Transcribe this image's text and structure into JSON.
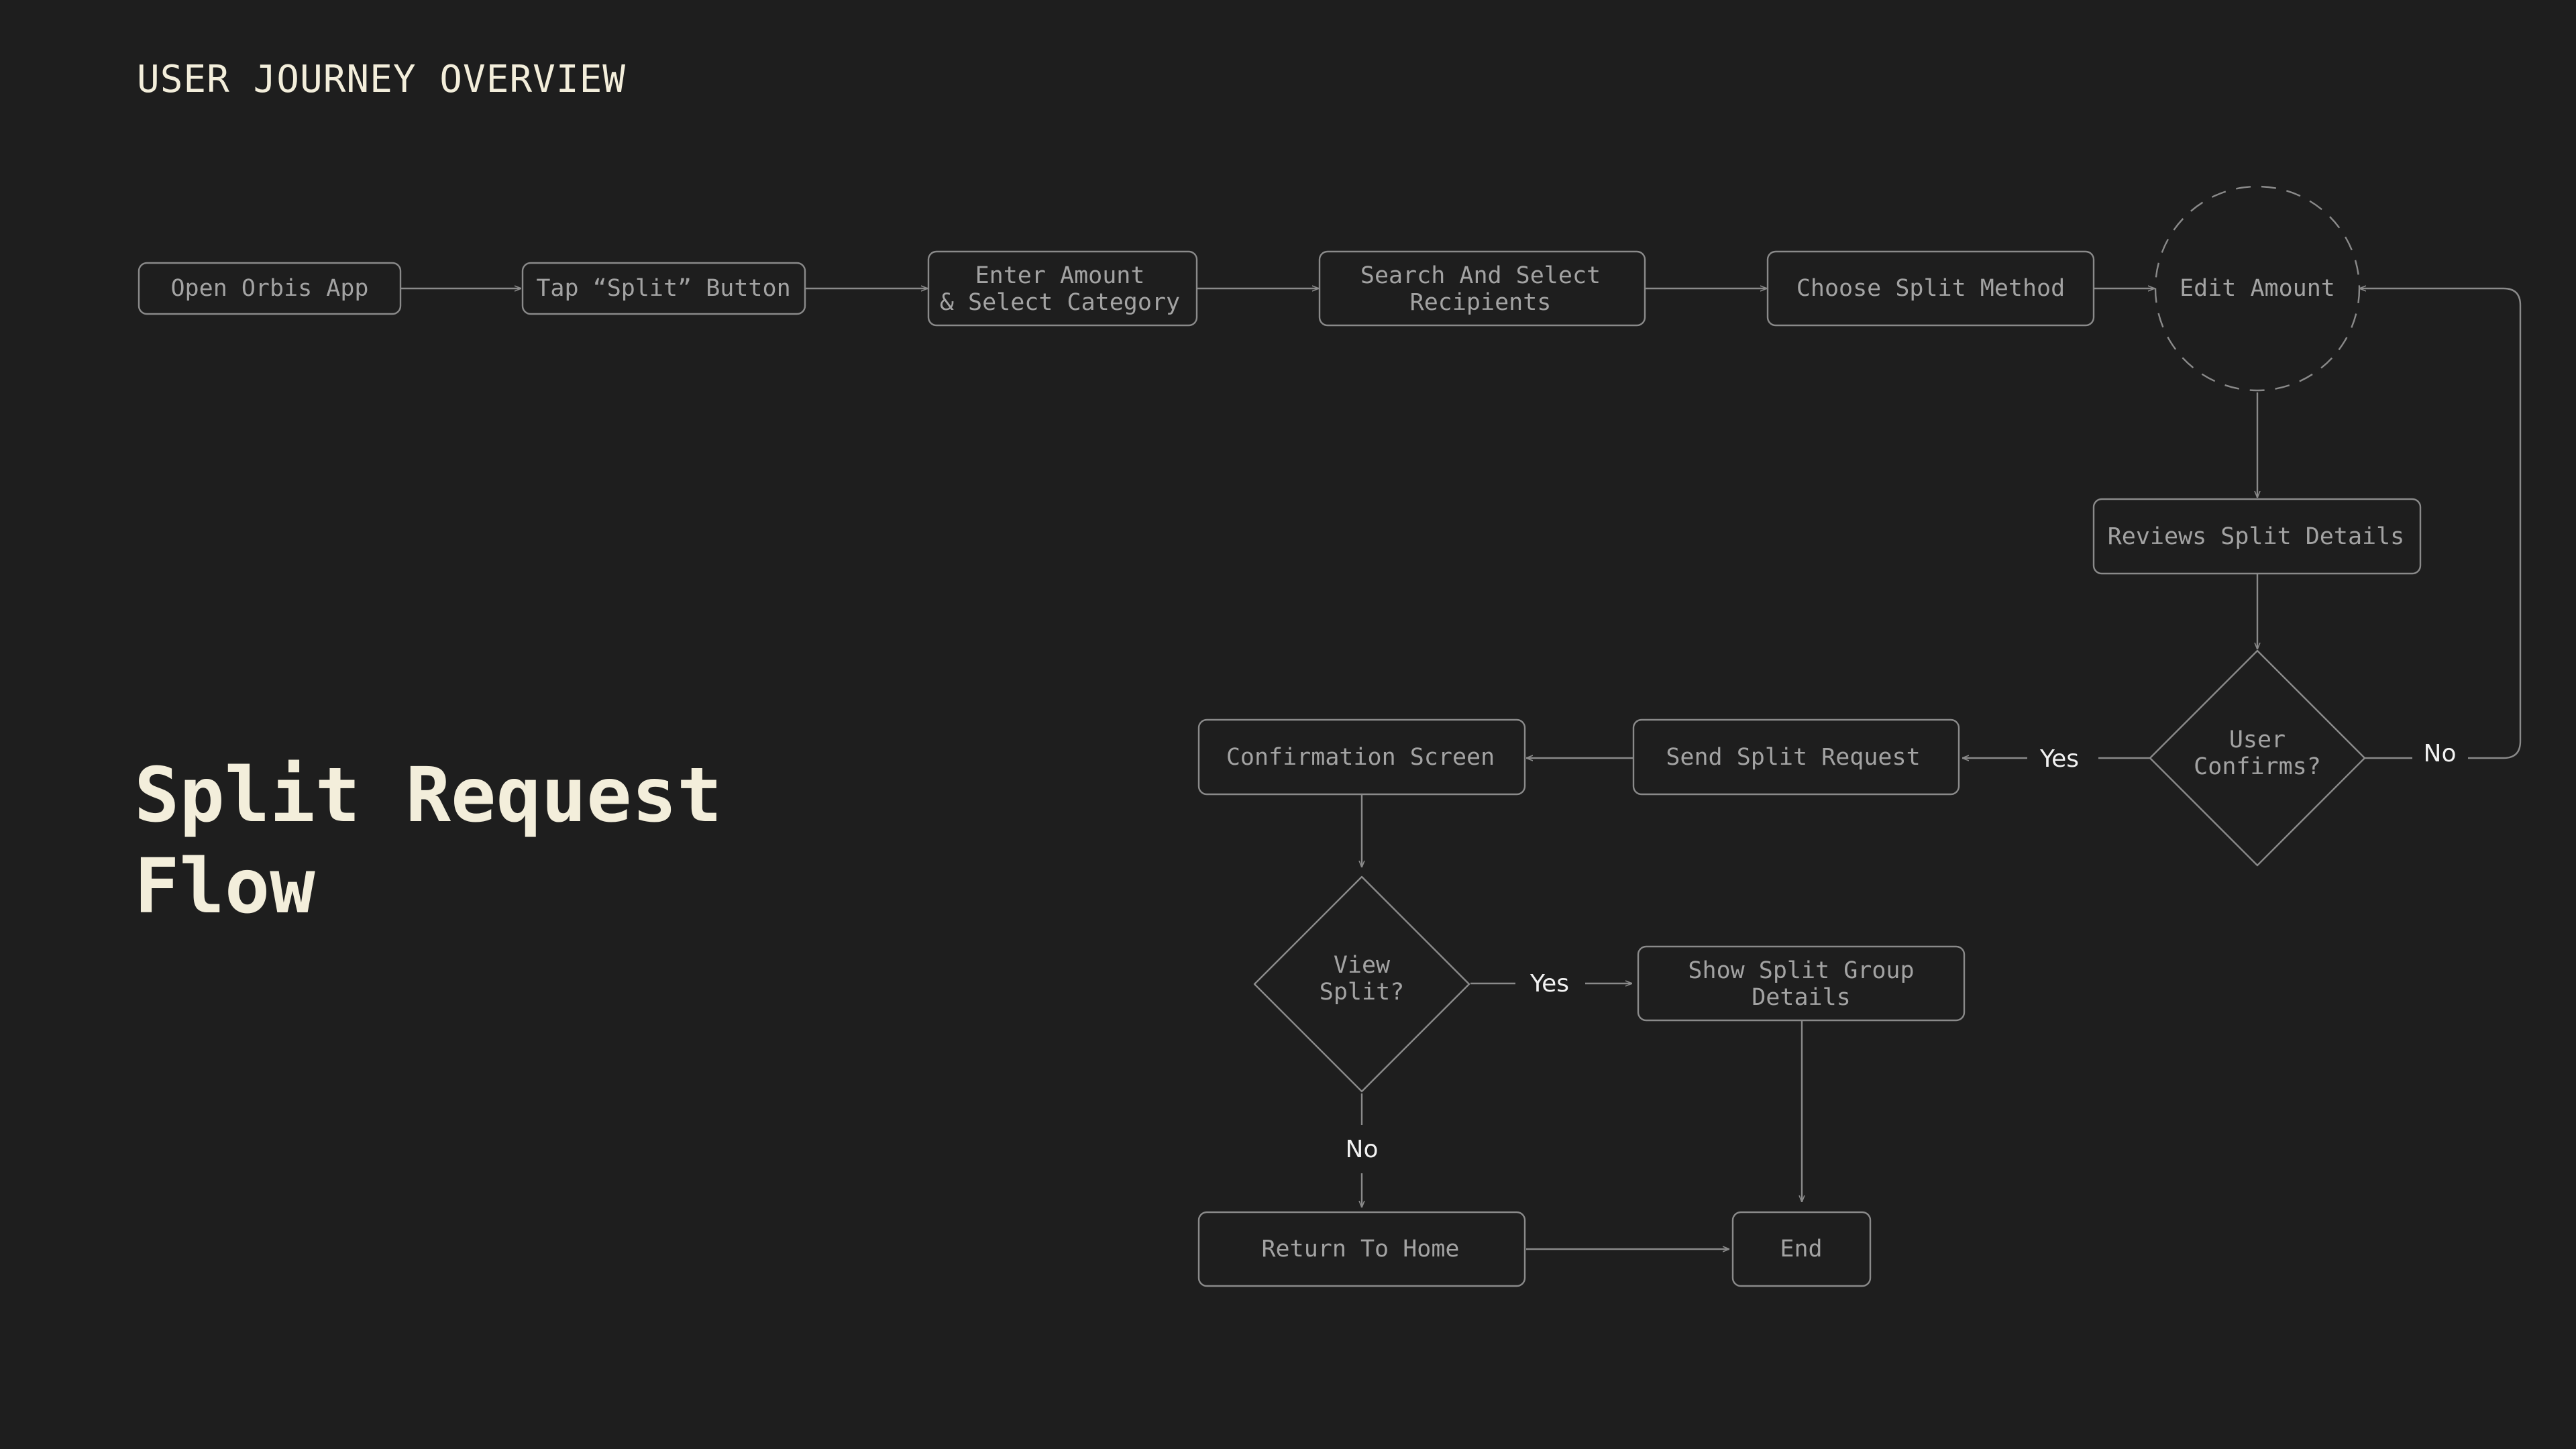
{
  "header": {
    "label": "USER JOURNEY OVERVIEW"
  },
  "title": {
    "line1": "Split Request",
    "line2": "Flow"
  },
  "colors": {
    "background": "#1e1e1e",
    "heading": "#f3eedb",
    "node_border": "#8a8a8a",
    "node_text": "#a3a3a3",
    "edge_label": "#f2f2f2"
  },
  "nodes": {
    "open_app": {
      "lines": [
        "Open Orbis App"
      ],
      "shape": "rect"
    },
    "tap_split": {
      "lines": [
        "Tap “Split” Button"
      ],
      "shape": "rect"
    },
    "enter_amount": {
      "lines": [
        "Enter Amount",
        "& Select Category"
      ],
      "shape": "rect"
    },
    "search_select": {
      "lines": [
        "Search And Select",
        "Recipients"
      ],
      "shape": "rect"
    },
    "choose_method": {
      "lines": [
        "Choose Split Method"
      ],
      "shape": "rect"
    },
    "edit_amount": {
      "lines": [
        "Edit Amount"
      ],
      "shape": "dashed-circle"
    },
    "reviews_split": {
      "lines": [
        "Reviews Split Details"
      ],
      "shape": "rect"
    },
    "user_confirms": {
      "lines": [
        "User",
        "Confirms?"
      ],
      "shape": "diamond"
    },
    "send_request": {
      "lines": [
        "Send Split Request"
      ],
      "shape": "rect"
    },
    "confirmation": {
      "lines": [
        "Confirmation Screen"
      ],
      "shape": "rect"
    },
    "view_split": {
      "lines": [
        "View",
        "Split?"
      ],
      "shape": "diamond"
    },
    "show_group": {
      "lines": [
        "Show Split Group",
        "Details"
      ],
      "shape": "rect"
    },
    "return_home": {
      "lines": [
        "Return To Home"
      ],
      "shape": "rect"
    },
    "end": {
      "lines": [
        "End"
      ],
      "shape": "rect"
    }
  },
  "edge_labels": {
    "confirm_yes": "Yes",
    "confirm_no": "No",
    "view_yes": "Yes",
    "view_no": "No"
  }
}
